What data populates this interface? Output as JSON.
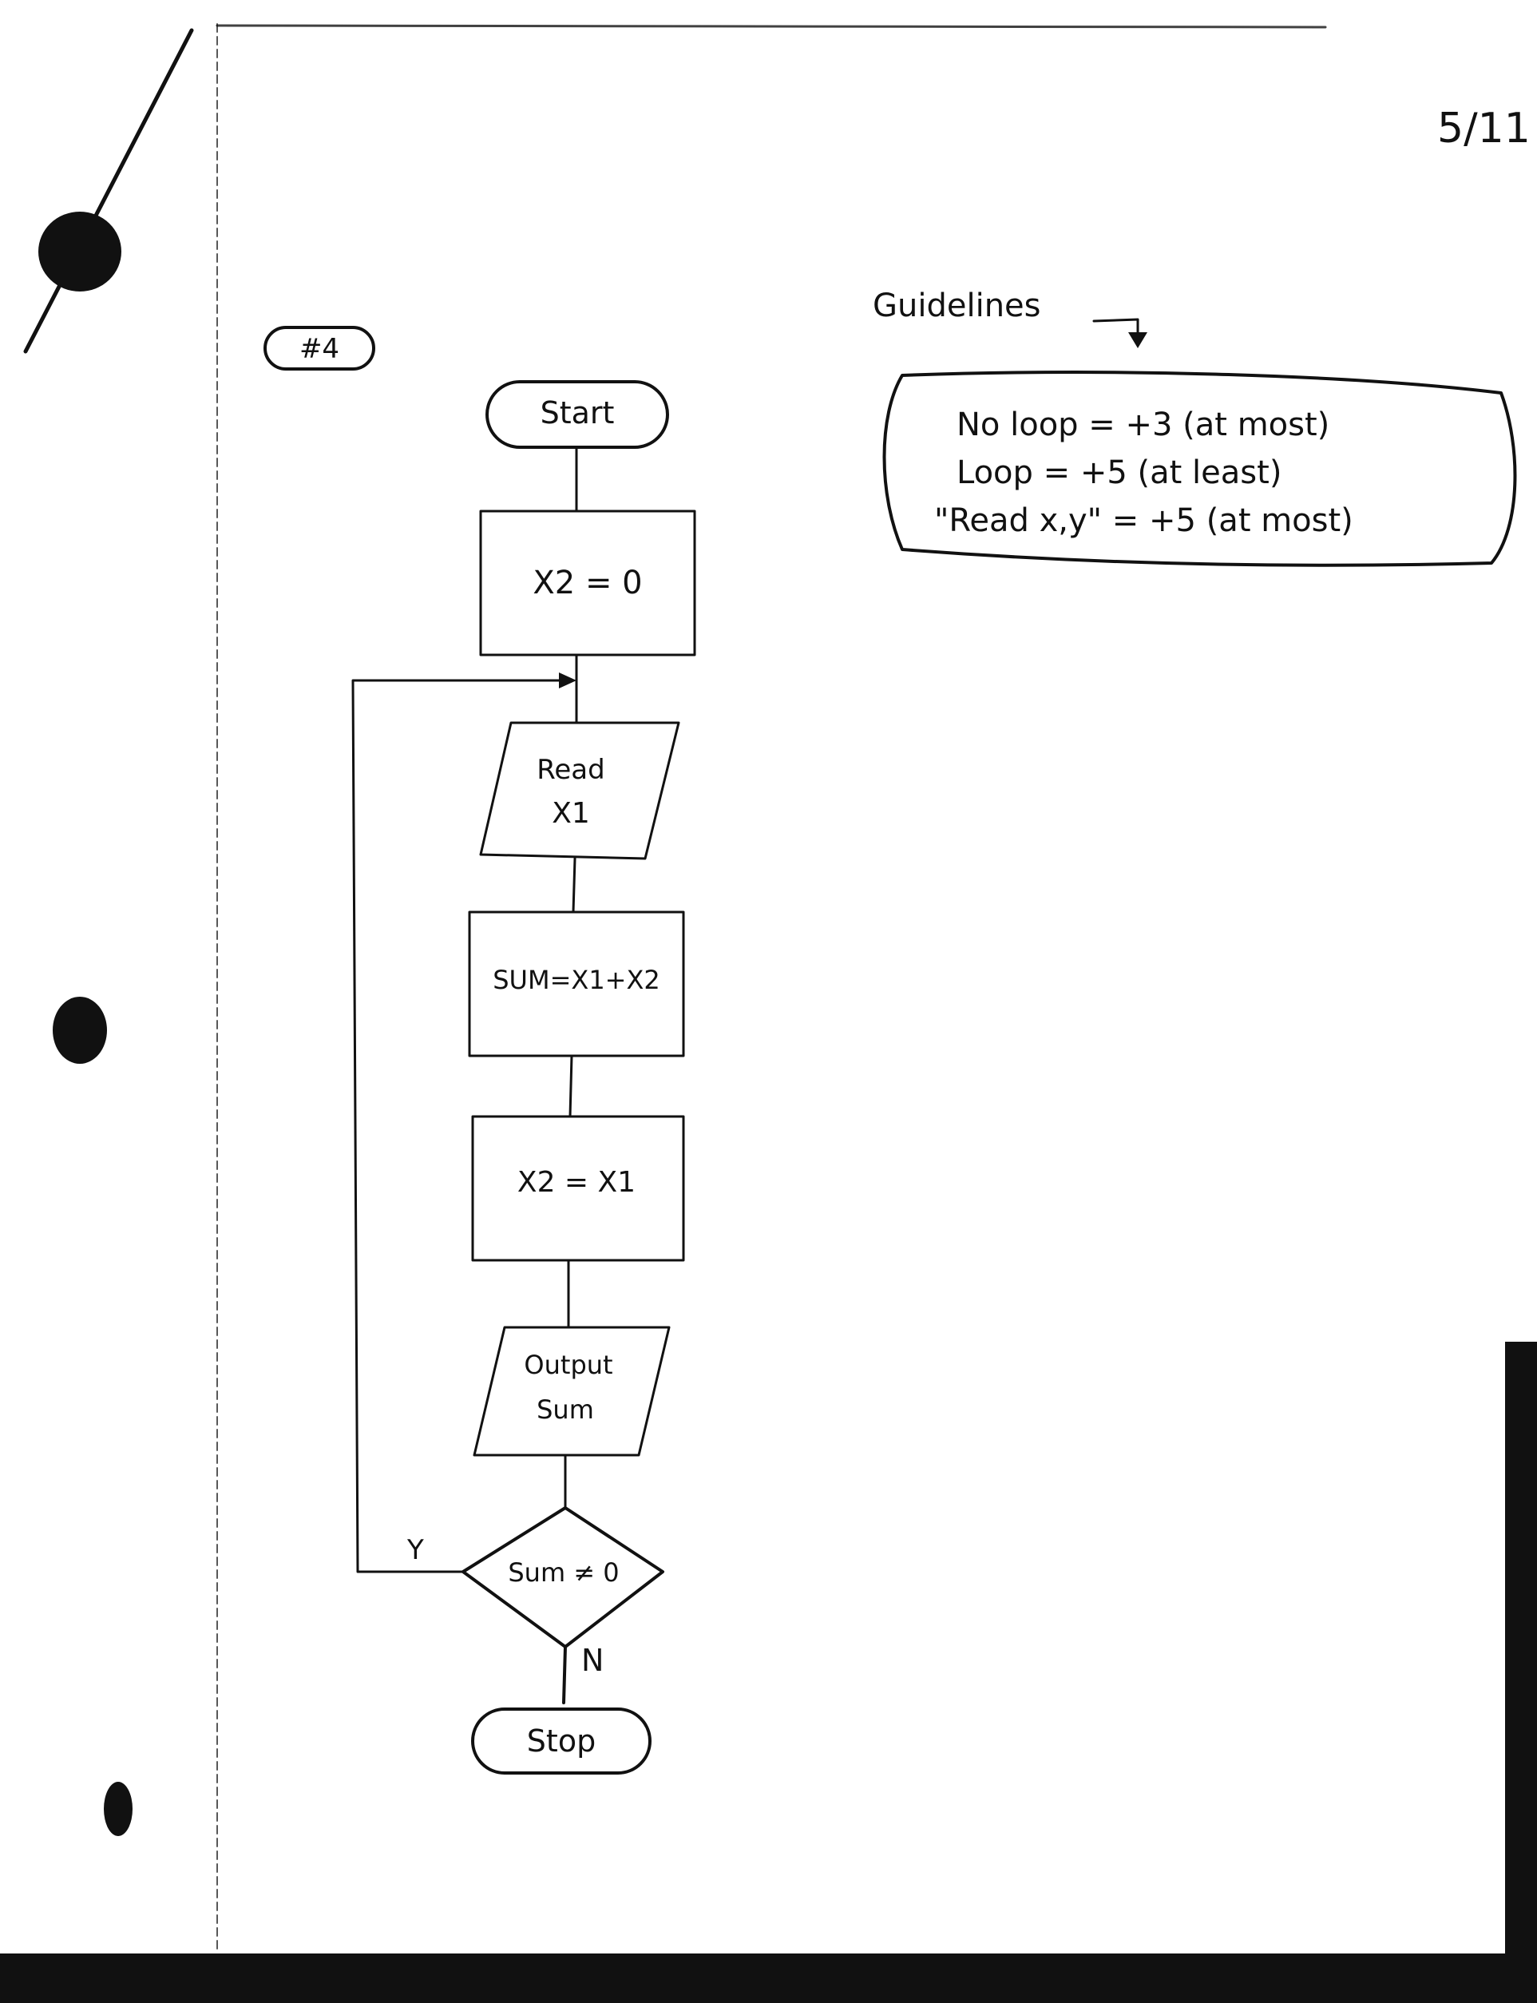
{
  "page": {
    "page_number": "5/11",
    "problem_label": "#4",
    "ink_color": "#111111",
    "paper_color": "#ffffff"
  },
  "guidelines": {
    "title": "Guidelines",
    "lines": [
      "No loop = +3 (at most)",
      "Loop = +5 (at least)",
      "\"Read x,y\" = +5 (at most)"
    ]
  },
  "flowchart": {
    "start": "Start",
    "init": "X2 = 0",
    "read": [
      "Read",
      "X1"
    ],
    "sum": "SUM=X1+X2",
    "assign": "X2 = X1",
    "output": [
      "Output",
      "Sum"
    ],
    "decision": "Sum ≠ 0",
    "yes_label": "Y",
    "no_label": "N",
    "stop": "Stop"
  }
}
